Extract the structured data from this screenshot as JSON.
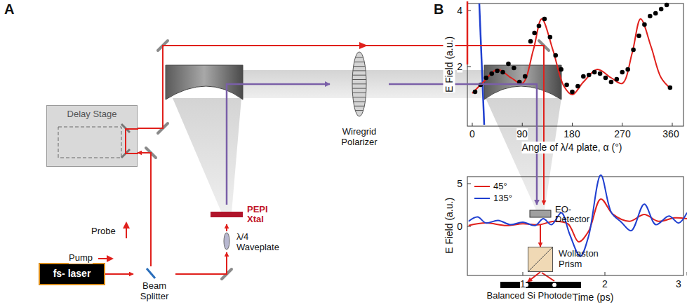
{
  "diagram": {
    "nodes": [
      {
        "text": [
          "Delay Stage"
        ]
      },
      {
        "text": [
          "fs- laser"
        ]
      },
      {
        "text": [
          "Beam Splitter"
        ]
      },
      {
        "text": [
          "λ/4 Waveplate"
        ]
      },
      {
        "text": [
          "PEPI Xtal"
        ]
      },
      {
        "text": [
          "Wiregrid Polarizer"
        ]
      },
      {
        "text": [
          "EO-Detector"
        ]
      },
      {
        "text": [
          "Wollaston Prism"
        ]
      },
      {
        "text": [
          "Balanced Si Photodetector"
        ]
      }
    ],
    "edges": [
      {
        "from": 1,
        "to": 2,
        "arrow": "to"
      },
      {
        "from": 2,
        "to": 0,
        "arrow": "to"
      },
      {
        "from": 0,
        "to": 6,
        "arrow": "to"
      },
      {
        "from": 2,
        "to": 3,
        "arrow": "to"
      },
      {
        "from": 3,
        "to": 4,
        "arrow": "to"
      },
      {
        "from": 4,
        "to": 5,
        "arrow": "to"
      },
      {
        "from": 5,
        "to": 6,
        "arrow": "to"
      },
      {
        "from": 6,
        "to": 7,
        "arrow": "to"
      },
      {
        "from": 7,
        "to": 8,
        "arrow": "to"
      }
    ],
    "labels": [
      "A",
      "Probe",
      "Pump",
      "B",
      "4",
      "2",
      "0",
      "90",
      "180",
      "270",
      "360",
      "E Field (a.u.)",
      "Angle of λ/4 plate, α (°)",
      "5",
      "0",
      "E Field (a.u.)",
      "1",
      "2",
      "3",
      "Time (ps)"
    ],
    "legend": [
      {
        "text": "45°"
      },
      {
        "text": "135°"
      }
    ]
  }
}
